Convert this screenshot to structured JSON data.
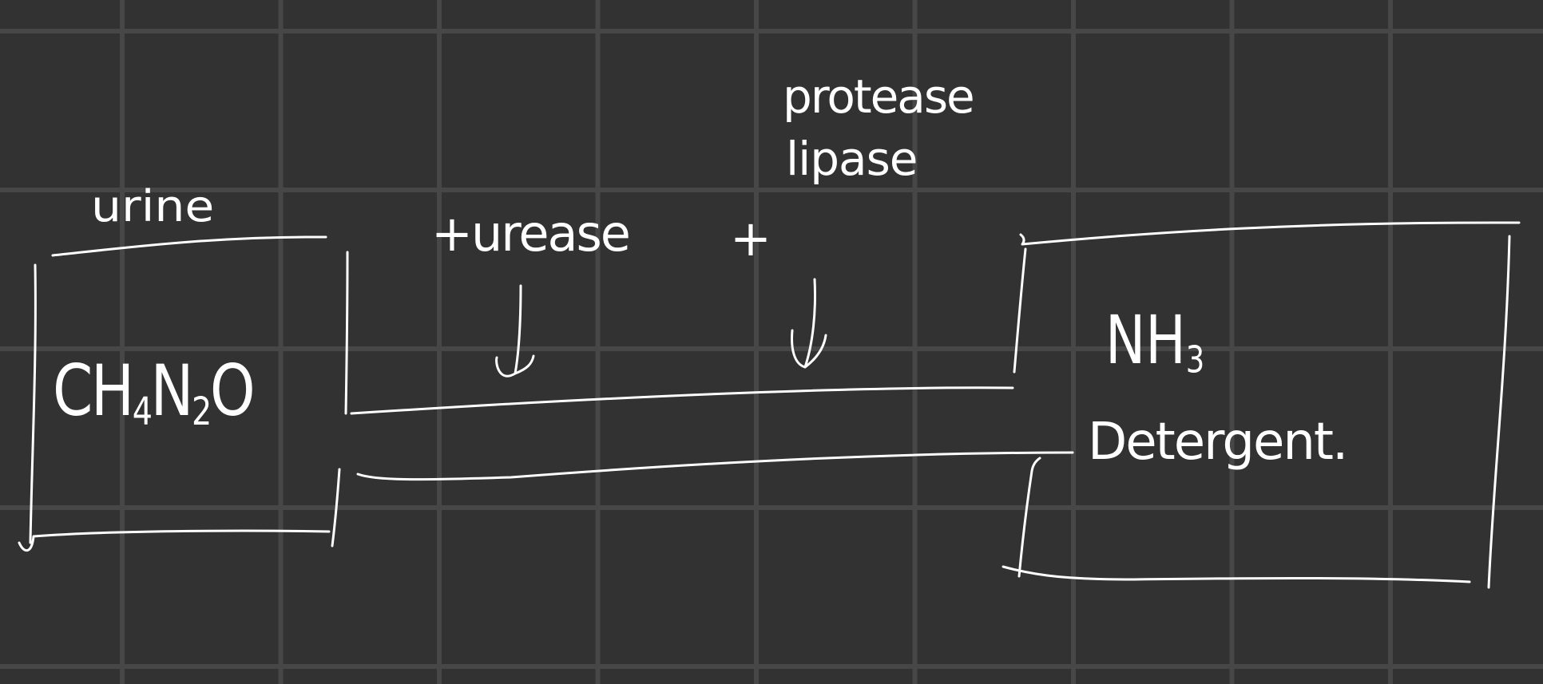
{
  "colors": {
    "background": "#323232",
    "grid": "#474747",
    "ink": "#ffffff"
  },
  "labels": {
    "urine": "urine",
    "urea_formula": {
      "base": "CH",
      "sub1": "4",
      "mid": "N",
      "sub2": "2",
      "end": "O"
    },
    "plus_urease": "+urease",
    "plus": "+",
    "protease": "protease",
    "lipase": "lipase",
    "ammonia": {
      "base": "NH",
      "sub": "3"
    },
    "detergent": "Detergent."
  }
}
